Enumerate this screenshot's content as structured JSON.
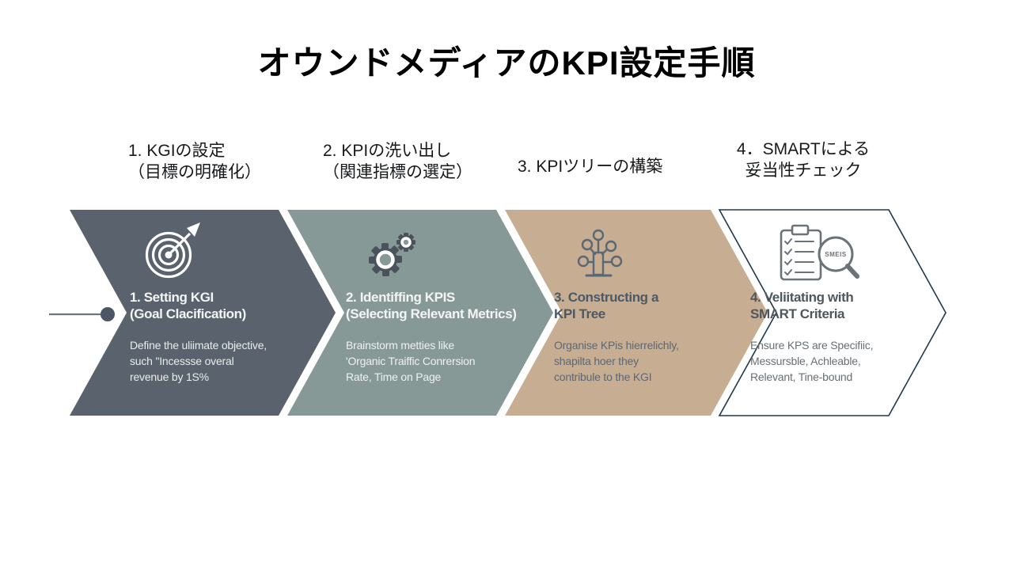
{
  "title": "オウンドメディアのKPI設定手順",
  "colors": {
    "chevron4_border": "#20384c",
    "start_line": "#6b7680",
    "start_dot": "#4a5663",
    "background": "#ffffff"
  },
  "icon_colors": {
    "target": "#ffffff",
    "gears": "#4a525c",
    "tree": "#5a6875",
    "clipboard": "#6b7278"
  },
  "magnifier_text": "SMEIS",
  "steps": [
    {
      "label_jp": "1. KGIの設定\n（目標の明確化）",
      "heading": "1. Setting KGI\n(Goal Clacification)",
      "body": "Define the uliimate objective,\nsuch \"Incessse overal\nrevenue by 1S%",
      "icon": "target-arrow-icon",
      "fill": "#5a626d"
    },
    {
      "label_jp": "2. KPIの洗い出し\n（関連指標の選定）",
      "heading": "2. Identiffing KPIS\n(Selecting Relevant Metrics)",
      "body": "Brainstorm metties like\n'Organic Traiffic  Conrersion\nRate, Time on Page",
      "icon": "gears-icon",
      "fill": "#879997"
    },
    {
      "label_jp": "3. KPIツリーの構築",
      "heading": "3. Constructing a\nKPI Tree",
      "body": "Organise KPis hierrelichly,\nshapilta hoer they\ncontribule to the KGI",
      "icon": "kpi-tree-icon",
      "fill": "#c7ad92"
    },
    {
      "label_jp": "4．SMARTによる\n妥当性チェック",
      "heading": "4. Veliitating with\nSMART Criteria",
      "body": "Ensure KPS are Specifiic,\nMessursble, Achleable,\nRelevant, Tine-bound",
      "icon": "smart-checklist-icon",
      "fill": "#ffffff"
    }
  ]
}
